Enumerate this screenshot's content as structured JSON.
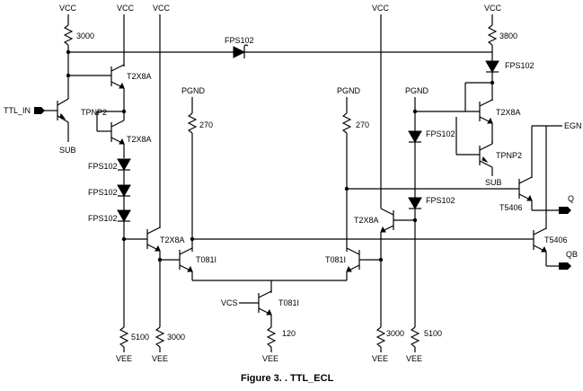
{
  "labels": {
    "vcc1": "VCC",
    "vcc2": "VCC",
    "vcc3": "VCC",
    "vcc4": "VCC",
    "vcc5": "VCC",
    "r3000_top": "3000",
    "r3800": "3800",
    "fps_top": "FPS102",
    "fps_right1": "FPS102",
    "fps_right2": "FPS102",
    "fps_right3": "FPS102",
    "fps_left1": "FPS102",
    "fps_left2": "FPS102",
    "fps_left3": "FPS102",
    "ttl_in": "TTL_IN",
    "tpnp2_left": "TPNP2",
    "sub_left": "SUB",
    "t2x8a_1": "T2X8A",
    "t2x8a_2": "T2X8A",
    "t2x8a_3": "T2X8A",
    "t2x8a_4": "T2X8A",
    "t2x8a_5": "T2X8A",
    "pgnd1": "PGND",
    "pgnd2": "PGND",
    "pgnd3": "PGND",
    "r270_1": "270",
    "r270_2": "270",
    "tpnp2_right": "TPNP2",
    "sub_right": "SUB",
    "egn": "EGN",
    "q": "Q",
    "qb": "QB",
    "t5406_1": "T5406",
    "t5406_2": "T5406",
    "t081_1": "T081I",
    "t081_2": "T081I",
    "t081_3": "T081I",
    "vcs": "VCS",
    "r5100_l": "5100",
    "r3000_l": "3000",
    "r120": "120",
    "r3000_r": "3000",
    "r5100_r": "5100",
    "vee1": "VEE",
    "vee2": "VEE",
    "vee3": "VEE",
    "vee4": "VEE",
    "vee5": "VEE"
  },
  "caption": "Figure 3. . TTL_ECL"
}
